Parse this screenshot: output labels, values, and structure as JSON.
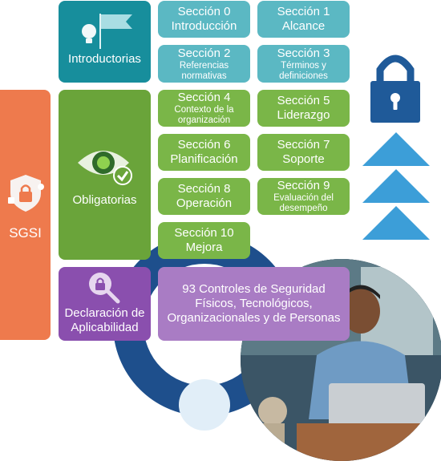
{
  "sgsi": {
    "label": "SGSI"
  },
  "groups": {
    "introductorias": "Introductorias",
    "obligatorias": "Obligatorias",
    "declaracion_line1": "Declaración de",
    "declaracion_line2": "Aplicabilidad"
  },
  "sections": {
    "s0": {
      "title": "Sección 0",
      "desc": "Introducción"
    },
    "s1": {
      "title": "Sección 1",
      "desc": "Alcance"
    },
    "s2": {
      "title": "Sección 2",
      "desc_line1": "Referencias",
      "desc_line2": "normativas"
    },
    "s3": {
      "title": "Sección 3",
      "desc_line1": "Términos y",
      "desc_line2": "definiciones"
    },
    "s4": {
      "title": "Sección 4",
      "desc_line1": "Contexto de la",
      "desc_line2": "organización"
    },
    "s5": {
      "title": "Sección 5",
      "desc": "Liderazgo"
    },
    "s6": {
      "title": "Sección 6",
      "desc": "Planificación"
    },
    "s7": {
      "title": "Sección 7",
      "desc": "Soporte"
    },
    "s8": {
      "title": "Sección 8",
      "desc": "Operación"
    },
    "s9": {
      "title": "Sección 9",
      "desc_line1": "Evaluación del",
      "desc_line2": "desempeño"
    },
    "s10": {
      "title": "Sección 10",
      "desc": "Mejora"
    }
  },
  "controls": {
    "line1": "93 Controles de Seguridad",
    "line2": "Físicos, Tecnológicos,",
    "line3": "Organizacionales y de Personas"
  },
  "colors": {
    "sgsi_orange": "#ee7a4d",
    "teal_dark": "#178e9c",
    "teal_light": "#5bb8c3",
    "green": "#7ab648",
    "purple_dark": "#8a4fae",
    "purple_light": "#a97cc4",
    "navy_lock": "#1f5a99",
    "triangle_blue": "#3c9ed8"
  },
  "icons": [
    "lightbulb-flag-icon",
    "eye-check-icon",
    "magnifier-lock-icon",
    "shield-lock-icon",
    "padlock-icon"
  ]
}
